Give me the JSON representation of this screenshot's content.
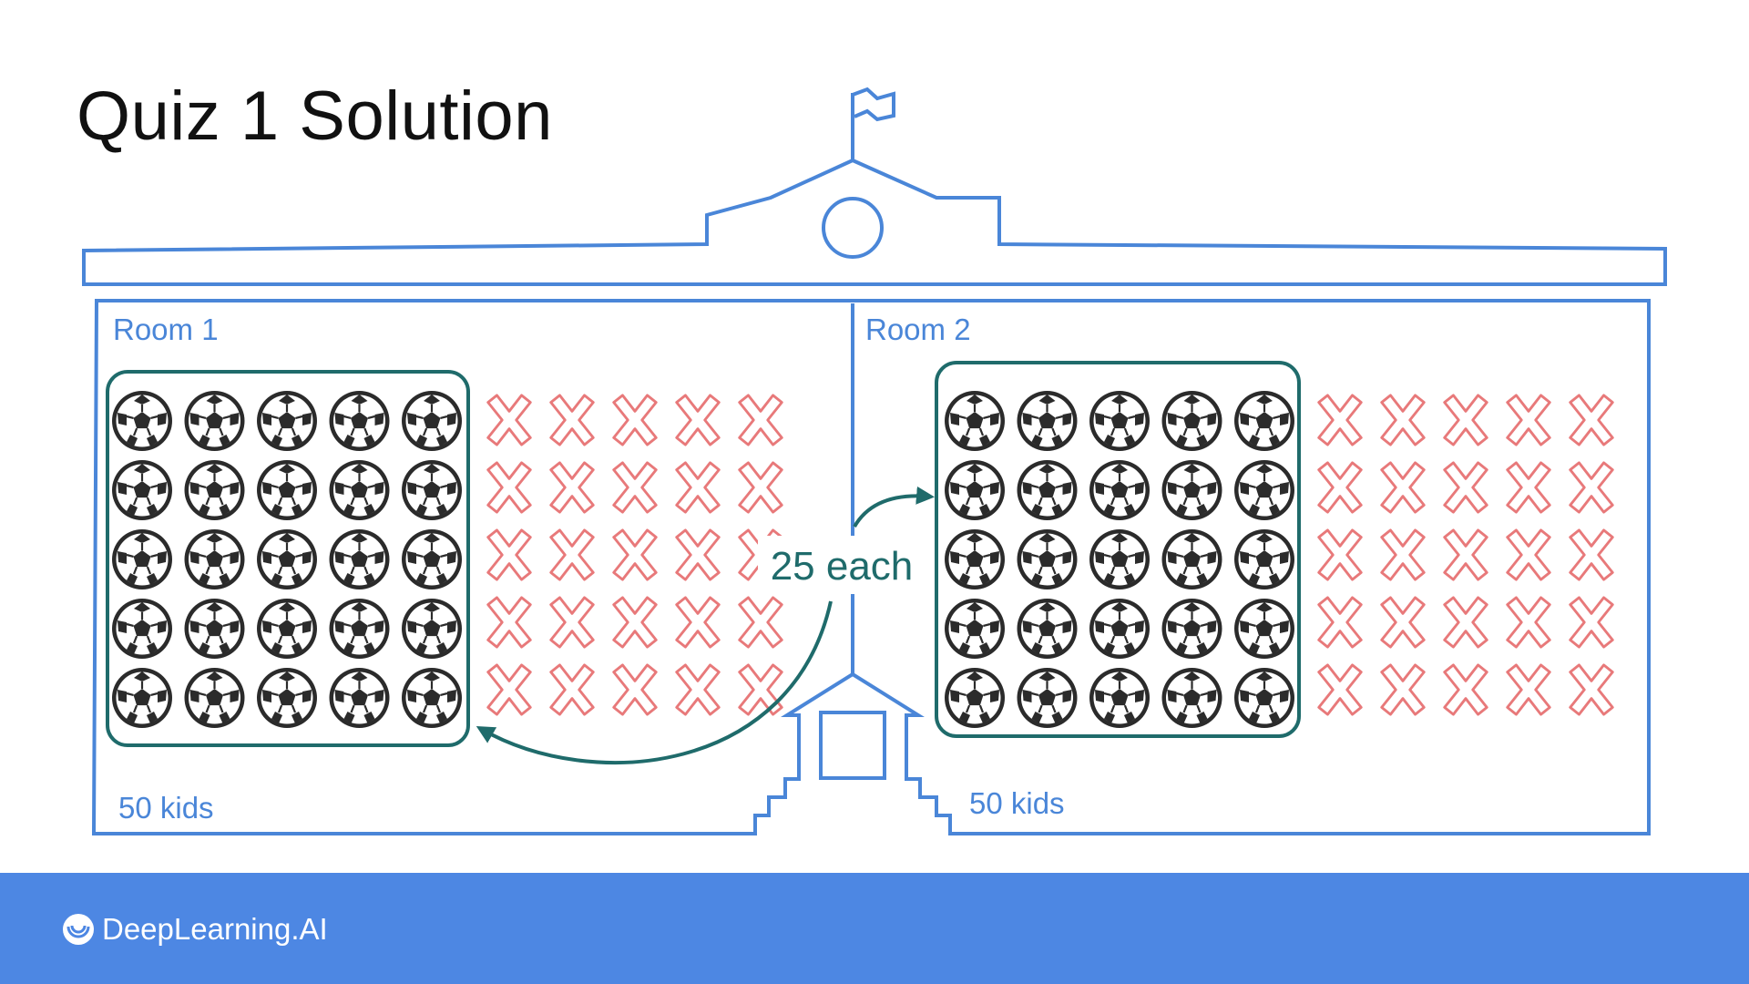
{
  "slide": {
    "title": "Quiz 1 Solution"
  },
  "rooms": [
    {
      "label": "Room 1",
      "count_label": "50 kids",
      "balls": 25,
      "crosses": 25
    },
    {
      "label": "Room 2",
      "count_label": "50 kids",
      "balls": 25,
      "crosses": 25
    }
  ],
  "callout": {
    "text": "25 each"
  },
  "footer": {
    "brand": "DeepLearning.AI"
  },
  "colors": {
    "building": "#4a86d8",
    "highlight_box": "#1f6b6b",
    "cross": "#e8797a",
    "ball": "#2b2b2b",
    "footer": "#4d87e3"
  }
}
